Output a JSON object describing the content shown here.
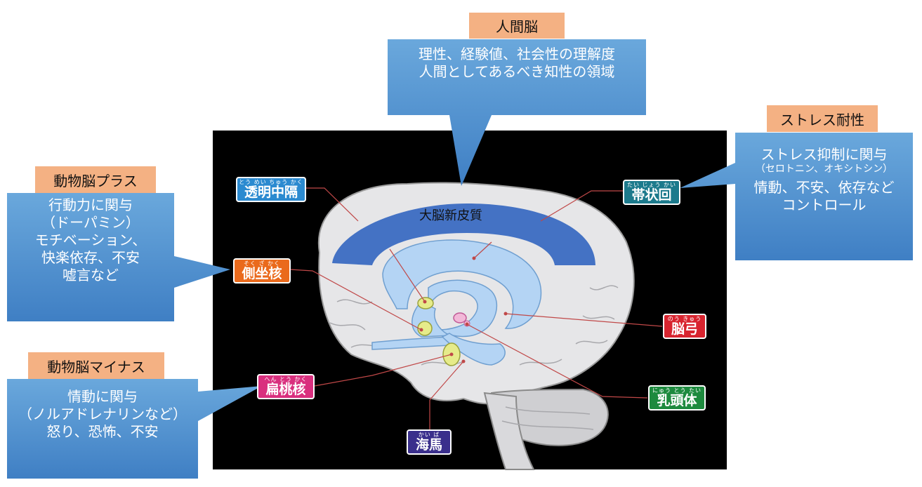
{
  "colors": {
    "callout_blue": "#5b9bd5",
    "callout_blue_dark": "#3f7fc4",
    "header_orange": "#f4b183",
    "cortex_band": "#4472c4",
    "limbic": "#b4d4f4",
    "brain": "#e8e8ea"
  },
  "top": {
    "title": "人間脳",
    "lines": [
      "理性、経験値、社会性の理解度",
      "人間としてあるべき知性の領域"
    ]
  },
  "right": {
    "title": "ストレス耐性",
    "lines": [
      "ストレス抑制に関与",
      "（セロトニン、オキシトシン）",
      "情動、不安、依存など",
      "コントロール"
    ]
  },
  "left_plus": {
    "title": "動物脳プラス",
    "lines": [
      "行動力に関与",
      "（ドーパミン）",
      "モチベーション、",
      "快楽依存、不安",
      "嘘言など"
    ]
  },
  "left_minus": {
    "title": "動物脳マイナス",
    "lines": [
      "情動に関与",
      "（ノルアドレナリンなど）",
      "怒り、恐怖、不安"
    ]
  },
  "cortex": {
    "label": "大脳新皮質"
  },
  "brain_labels": {
    "septum": {
      "ruby": "とう めい ちゅう かく",
      "text": "透明中隔",
      "color": "#2b8ad0"
    },
    "cingulate": {
      "ruby": "たい じょう かい",
      "text": "帯状回",
      "color": "#1c7a8c"
    },
    "accumbens": {
      "ruby": "そく ざ かく",
      "text": "側坐核",
      "color": "#ea6a1c"
    },
    "fornix": {
      "ruby": "のう きゅう",
      "text": "脳弓",
      "color": "#d8242f"
    },
    "amygdala": {
      "ruby": "へん とう かく",
      "text": "扁桃核",
      "color": "#d92f7e"
    },
    "mammillary": {
      "ruby": "にゅう とう たい",
      "text": "乳頭体",
      "color": "#1d8a3e"
    },
    "hippocampus": {
      "ruby": "かい ば",
      "text": "海馬",
      "color": "#3a2f8c"
    }
  }
}
